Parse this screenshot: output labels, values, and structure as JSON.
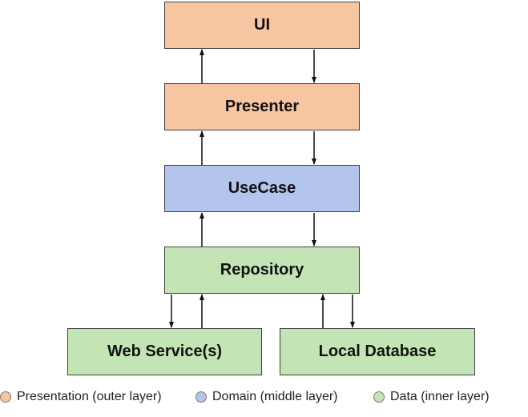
{
  "nodes": {
    "ui": "UI",
    "presenter": "Presenter",
    "usecase": "UseCase",
    "repository": "Repository",
    "web_service": "Web Service(s)",
    "local_database": "Local Database"
  },
  "legend": [
    {
      "label": "Presentation (outer layer)",
      "color": "#f8c5a3"
    },
    {
      "label": "Domain (middle layer)",
      "color": "#b3c5ec"
    },
    {
      "label": "Data (inner layer)",
      "color": "#c3e5b6"
    }
  ],
  "edges": [
    {
      "from": "presenter",
      "to": "ui"
    },
    {
      "from": "ui",
      "to": "presenter"
    },
    {
      "from": "usecase",
      "to": "presenter"
    },
    {
      "from": "presenter",
      "to": "usecase"
    },
    {
      "from": "repository",
      "to": "usecase"
    },
    {
      "from": "usecase",
      "to": "repository"
    },
    {
      "from": "repository",
      "to": "web_service"
    },
    {
      "from": "web_service",
      "to": "repository"
    },
    {
      "from": "local_database",
      "to": "repository"
    },
    {
      "from": "repository",
      "to": "local_database"
    }
  ]
}
